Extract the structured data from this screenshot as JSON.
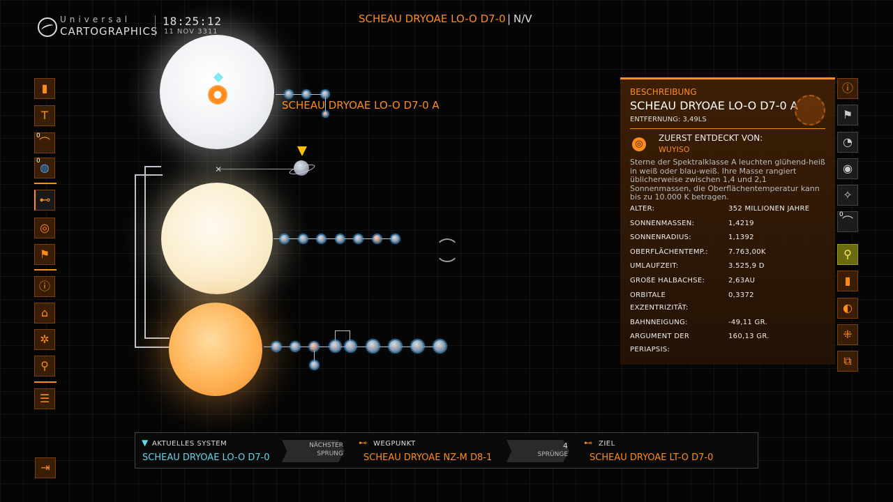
{
  "header": {
    "logo_top": "Universal",
    "logo_bottom": "CARTOGRAPHICS",
    "time": "18:25:12",
    "date": "11 NOV 3311",
    "system_name": "SCHEAU DRYOAE LO-O D7-0",
    "separator": "|",
    "mode": "N/V"
  },
  "left_nav": [
    {
      "name": "bookmark",
      "icon": "bookmark-icon",
      "glyph": "▮"
    },
    {
      "name": "tools",
      "icon": "hammer-icon",
      "glyph": "T"
    },
    {
      "name": "mountains",
      "icon": "terrain-icon",
      "glyph": "⌒",
      "badge": "0"
    },
    {
      "name": "globe",
      "icon": "globe-icon",
      "glyph": "◍",
      "badge": "0"
    },
    {
      "name": "route",
      "icon": "route-icon",
      "glyph": "⊷"
    },
    {
      "name": "target",
      "icon": "target-icon",
      "glyph": "◎"
    },
    {
      "name": "flag",
      "icon": "flag-icon",
      "glyph": "⚑"
    },
    {
      "name": "info",
      "icon": "info-icon",
      "glyph": "ⓘ"
    },
    {
      "name": "government",
      "icon": "building-icon",
      "glyph": "⌂"
    },
    {
      "name": "settings",
      "icon": "gear-icon",
      "glyph": "✲"
    },
    {
      "name": "location",
      "icon": "pin-icon",
      "glyph": "⚲"
    },
    {
      "name": "list",
      "icon": "list-icon",
      "glyph": "☰"
    }
  ],
  "right_nav": [
    {
      "name": "info-detail",
      "icon": "info-icon",
      "glyph": "ⓘ",
      "style": "orange"
    },
    {
      "name": "flag-planet",
      "icon": "flag-icon",
      "glyph": "⚑",
      "style": "dark"
    },
    {
      "name": "ring",
      "icon": "ring-icon",
      "glyph": "◔",
      "style": "dark"
    },
    {
      "name": "orbit",
      "icon": "orbit-icon",
      "glyph": "◉",
      "style": "dark"
    },
    {
      "name": "dna",
      "icon": "dna-icon",
      "glyph": "✧",
      "style": "dark"
    },
    {
      "name": "terrain",
      "icon": "terrain-icon",
      "glyph": "⌒",
      "style": "dark",
      "badge": "0"
    },
    {
      "name": "poi",
      "icon": "pin-icon",
      "glyph": "⚲",
      "style": "yellow"
    },
    {
      "name": "bookmark-add",
      "icon": "bookmark-icon",
      "glyph": "▮",
      "style": "orange"
    },
    {
      "name": "moon",
      "icon": "moon-icon",
      "glyph": "◐",
      "style": "orange"
    },
    {
      "name": "network",
      "icon": "network-icon",
      "glyph": "⁜",
      "style": "orange"
    },
    {
      "name": "export",
      "icon": "export-icon",
      "glyph": "⧉",
      "style": "orange"
    }
  ],
  "map": {
    "star_label": "SCHEAU DRYOAE LO-O D7-0 A"
  },
  "panel": {
    "section": "BESCHREIBUNG",
    "name": "SCHEAU DRYOAE LO-O D7-0 A",
    "distance": "ENTFERNUNG: 3,49LS",
    "discovered_label": "ZUERST ENTDECKT VON:",
    "discovered_by": "WUYISO",
    "description": "Sterne der Spektralklasse A leuchten glühend-heiß in weiß oder blau-weiß. Ihre Masse rangiert üblicherweise zwischen 1,4 und 2,1 Sonnenmassen, die Oberflächentemperatur kann bis zu 10.000 K betragen.",
    "rows": [
      {
        "label": "ALTER:",
        "value": "352 MILLIONEN JAHRE"
      },
      {
        "label": "SONNENMASSEN:",
        "value": "1,4219"
      },
      {
        "label": "SONNENRADIUS:",
        "value": "1,1392"
      },
      {
        "label": "OBERFLÄCHENTEMP.:",
        "value": "7.763,00K"
      },
      {
        "label": "UMLAUFZEIT:",
        "value": "3.525,9 D"
      },
      {
        "label": "GROßE HALBACHSE:",
        "value": "2,63AU"
      },
      {
        "label": "ORBITALE",
        "value": "0,3372"
      },
      {
        "label": "EXZENTRIZITÄT:",
        "value": ""
      },
      {
        "label": "BAHNNEIGUNG:",
        "value": "-49,11 GR."
      },
      {
        "label": "ARGUMENT DER",
        "value": "160,13 GR."
      },
      {
        "label": "PERIAPSIS:",
        "value": ""
      }
    ]
  },
  "route": {
    "current_label": "AKTUELLES SYSTEM",
    "current_value": "SCHEAU DRYOAE LO-O D7-0",
    "next_jump_line1": "NÄCHSTER",
    "next_jump_line2": "SPRUNG",
    "waypoint_label": "WEGPUNKT",
    "waypoint_value": "SCHEAU DRYOAE NZ-M D8-1",
    "jumps_count": "4",
    "jumps_label": "SPRÜNGE",
    "target_label": "ZIEL",
    "target_value": "SCHEAU DRYOAE LT-O D7-0"
  },
  "colors": {
    "accent": "#ff8c1a",
    "cyan": "#5fd8e8",
    "background": "#050505"
  }
}
